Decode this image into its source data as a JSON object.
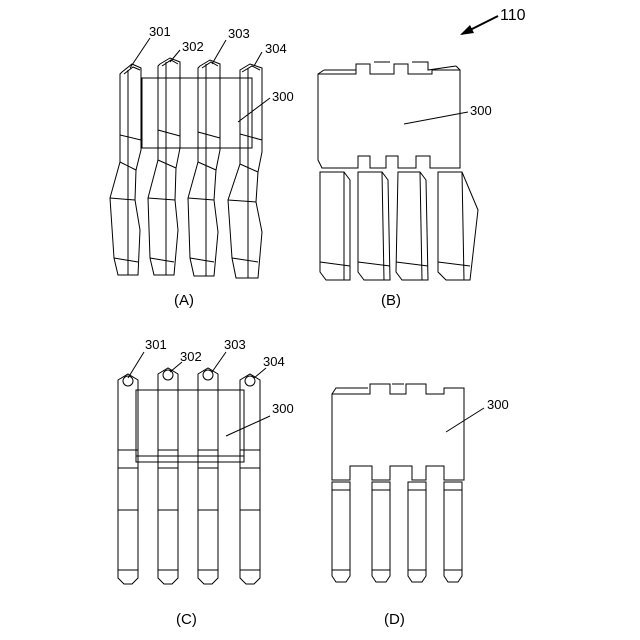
{
  "figure": {
    "number": "110",
    "views": [
      {
        "caption": "(A)",
        "labels": [
          "301",
          "302",
          "303",
          "304",
          "300"
        ]
      },
      {
        "caption": "(B)",
        "labels": [
          "300"
        ]
      },
      {
        "caption": "(C)",
        "labels": [
          "301",
          "302",
          "303",
          "304",
          "300"
        ]
      },
      {
        "caption": "(D)",
        "labels": [
          "300"
        ]
      }
    ]
  }
}
